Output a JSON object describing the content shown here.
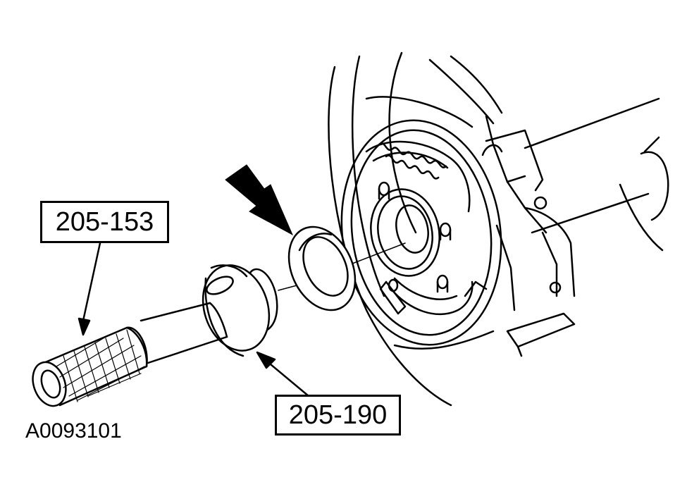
{
  "labels": {
    "tool_a": "205-153",
    "tool_b": "205-190"
  },
  "figure_id": "A0093101",
  "colors": {
    "line": "#000000",
    "background": "#ffffff"
  }
}
